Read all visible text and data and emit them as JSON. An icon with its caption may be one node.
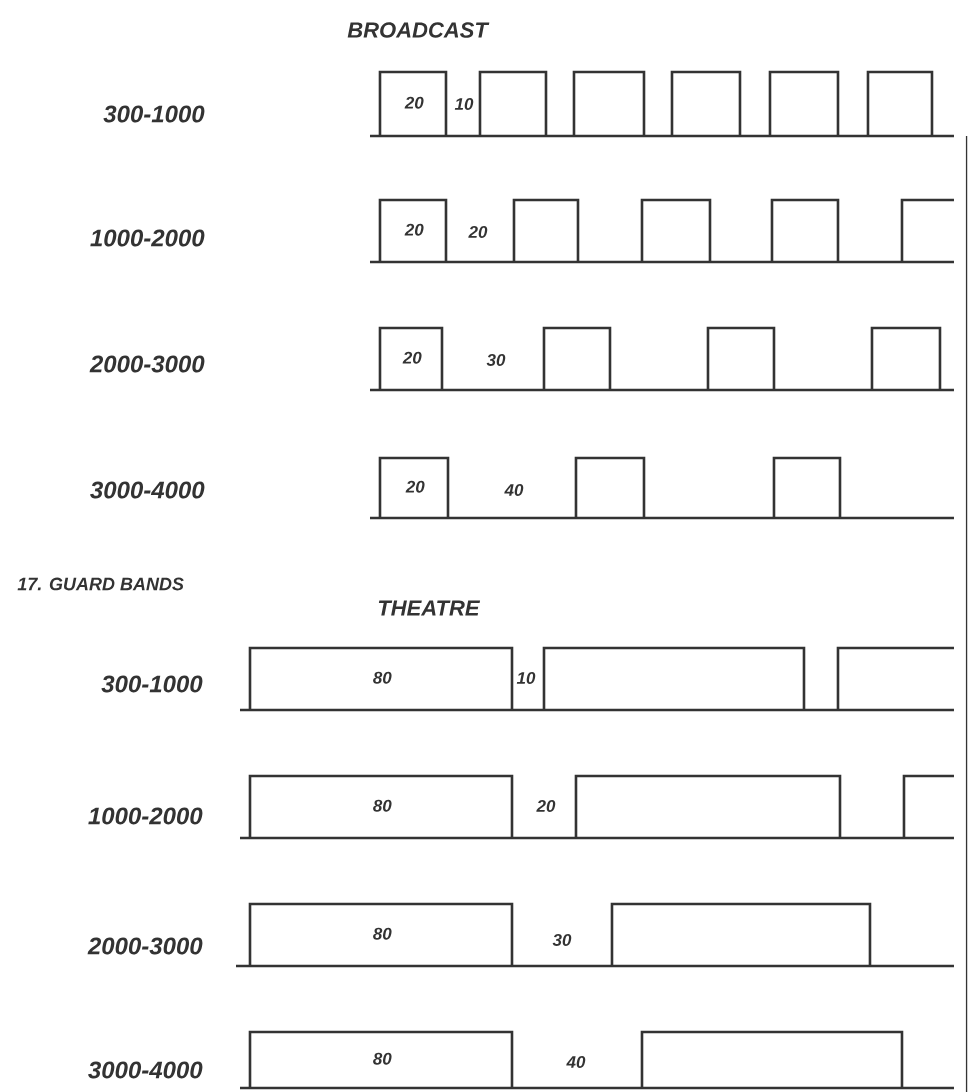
{
  "diagram": {
    "nodes": [
      {
        "text": [
          "20"
        ]
      },
      {
        "text": [],
        "shape": "box"
      },
      {
        "text": [],
        "shape": "box"
      },
      {
        "text": [],
        "shape": "box"
      },
      {
        "text": [],
        "shape": "box"
      },
      {
        "text": [],
        "shape": "box"
      },
      {
        "text": [
          "20"
        ]
      },
      {
        "text": [],
        "shape": "box"
      },
      {
        "text": [],
        "shape": "box"
      },
      {
        "text": [],
        "shape": "box"
      },
      {
        "text": [],
        "shape": "box"
      },
      {
        "text": [
          "20"
        ]
      },
      {
        "text": [],
        "shape": "box"
      },
      {
        "text": [],
        "shape": "box"
      },
      {
        "text": [],
        "shape": "box"
      },
      {
        "text": [
          "20"
        ]
      },
      {
        "text": [],
        "shape": "box"
      },
      {
        "text": [],
        "shape": "box"
      },
      {
        "text": [
          "80"
        ]
      },
      {
        "text": [],
        "shape": "box"
      },
      {
        "text": [],
        "shape": "box"
      },
      {
        "text": [
          "80"
        ]
      },
      {
        "text": [],
        "shape": "box"
      },
      {
        "text": [],
        "shape": "box"
      },
      {
        "text": [
          "80"
        ]
      },
      {
        "text": [],
        "shape": "box"
      },
      {
        "text": [
          "80"
        ]
      },
      {
        "text": [],
        "shape": "box"
      }
    ],
    "labels": [
      "BROADCAST",
      "300-1000",
      "10",
      "1000-2000",
      "20",
      "2000-3000",
      "30",
      "3000-4000",
      "40",
      "17. GUARD BANDS",
      "THEATRE",
      "300-1000",
      "10",
      "1000-2000",
      "20",
      "2000-3000",
      "30",
      "3000-4000",
      "40"
    ]
  }
}
